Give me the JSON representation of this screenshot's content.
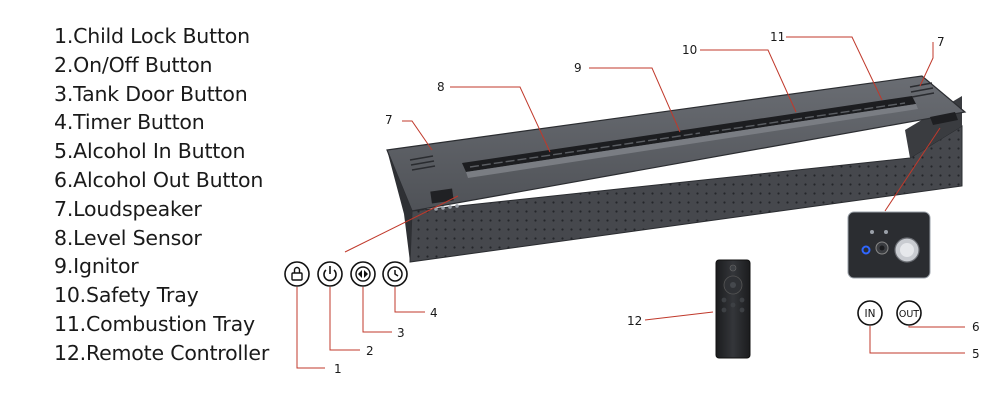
{
  "legend": [
    "1.Child Lock Button",
    "2.On/Off Button",
    "3.Tank Door Button",
    "4.Timer Button",
    "5.Alcohol In Button",
    "6.Alcohol Out Button",
    "7.Loudspeaker",
    "8.Level Sensor",
    "9.Ignitor",
    "10.Safety Tray",
    "11.Combustion Tray",
    "12.Remote Controller"
  ],
  "callouts": {
    "n1": "1",
    "n2": "2",
    "n3": "3",
    "n4": "4",
    "n5": "5",
    "n6": "6",
    "n7_left": "7",
    "n7_right": "7",
    "n8": "8",
    "n9": "9",
    "n10": "10",
    "n11": "11",
    "n12": "12"
  },
  "buttons": {
    "in_label": "IN",
    "out_label": "OUT"
  },
  "colors": {
    "leader": "#c0392b",
    "body_front": "#46484d",
    "body_top": "#5d6066",
    "body_dark": "#2e3034",
    "remote": "#26272a",
    "blue_led": "#2f66ff"
  },
  "icons": [
    "lock-icon",
    "power-icon",
    "tank-door-icon",
    "timer-icon"
  ]
}
